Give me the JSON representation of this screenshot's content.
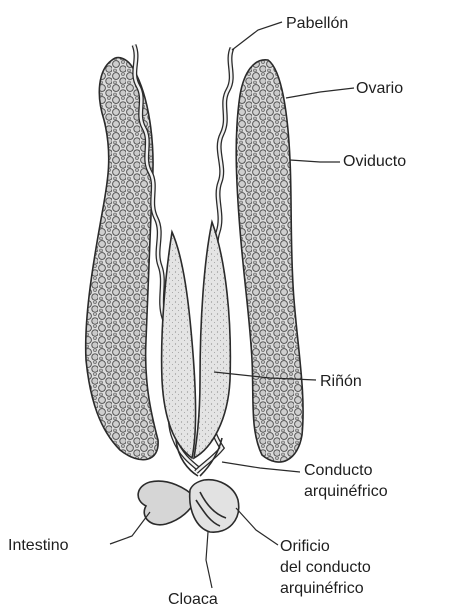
{
  "labels": {
    "pabellon": "Pabellón",
    "ovario": "Ovario",
    "oviducto": "Oviducto",
    "rinon": "Riñón",
    "conducto_line1": "Conducto",
    "conducto_line2": "arquinéfrico",
    "intestino": "Intestino",
    "orificio_line1": "Orificio",
    "orificio_line2": "del conducto",
    "orificio_line3": "arquinéfrico",
    "cloaca": "Cloaca"
  }
}
